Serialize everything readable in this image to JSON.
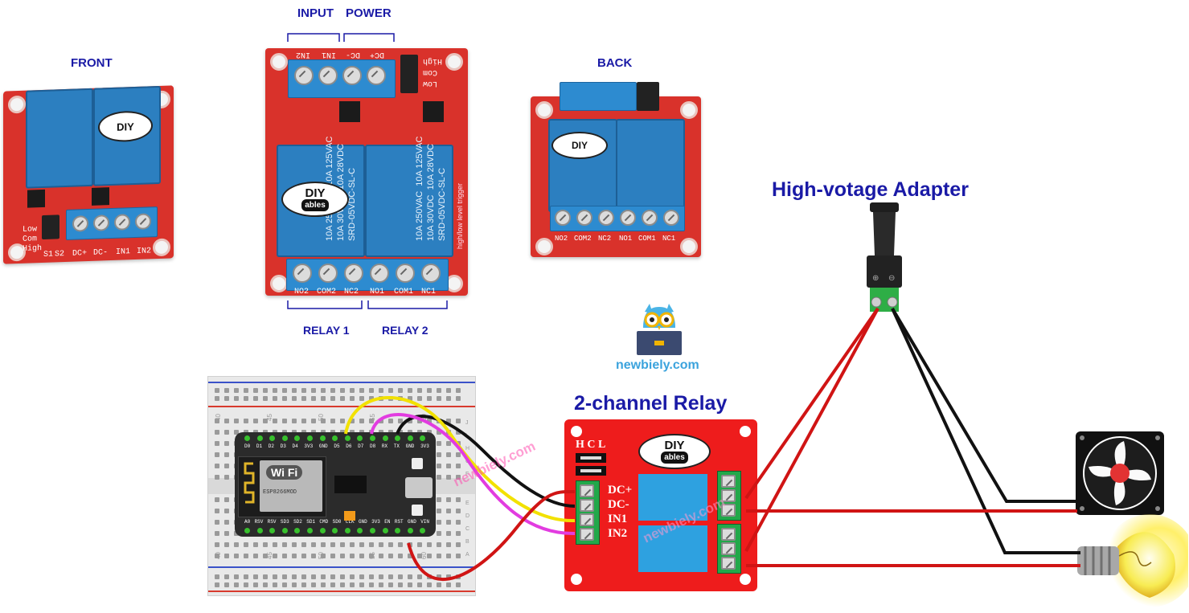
{
  "labels": {
    "front": "FRONT",
    "back": "BACK",
    "input": "INPUT",
    "power": "POWER",
    "relay1": "RELAY 1",
    "relay2": "RELAY 2",
    "adapter": "High-votage Adapter",
    "relay_module": "2-channel Relay",
    "site": "newbiely.com"
  },
  "top_pins": [
    "IN2",
    "IN1",
    "DC-",
    "DC+"
  ],
  "bottom_pins": [
    "NO2",
    "COM2",
    "NC2",
    "NO1",
    "COM1",
    "NC1"
  ],
  "front_pins": [
    "S1",
    "S2",
    "DC+",
    "DC-",
    "IN1",
    "IN2"
  ],
  "front_side_labels": [
    "Low",
    "Com",
    "High"
  ],
  "top_side_labels": [
    "High",
    "Com",
    "Low"
  ],
  "relay_text": {
    "line1": "10A 250VAC  10A 125VAC",
    "line2": "10A 30VDC  10A 28VDC",
    "model": "SRD-05VDC-SL-C",
    "trigger": "high/low level trigger"
  },
  "logo": {
    "top": "DIY",
    "bottom": "ables"
  },
  "relay_panel": {
    "jumper": "H C L",
    "pins": [
      "DC+",
      "DC-",
      "IN1",
      "IN2"
    ]
  },
  "esp": {
    "wifi": "Wi Fi",
    "top_pins": [
      "D0",
      "D1",
      "D2",
      "D3",
      "D4",
      "3V3",
      "GND",
      "D5",
      "D6",
      "D7",
      "D8",
      "RX",
      "TX",
      "GND",
      "3V3"
    ],
    "bottom_pins": [
      "A0",
      "RSV",
      "RSV",
      "SD3",
      "SD2",
      "SD1",
      "CMD",
      "SD0",
      "CLK",
      "GND",
      "3V3",
      "EN",
      "RST",
      "GND",
      "VIN"
    ],
    "module_text": "ESP8266MOD"
  },
  "breadboard": {
    "cols": [
      "40",
      "45",
      "50",
      "55",
      "60"
    ],
    "rows": [
      "A",
      "B",
      "C",
      "D",
      "E",
      "F",
      "G",
      "H",
      "I",
      "J"
    ]
  },
  "watermark": "newbiely.com",
  "colors": {
    "label_blue": "#1a1aa6",
    "pcb_red": "#d9322b",
    "wire_red": "#d01414",
    "wire_black": "#111111",
    "wire_yellow": "#f2e100",
    "wire_magenta": "#e23ce0",
    "terminal_green": "#2eae46"
  }
}
